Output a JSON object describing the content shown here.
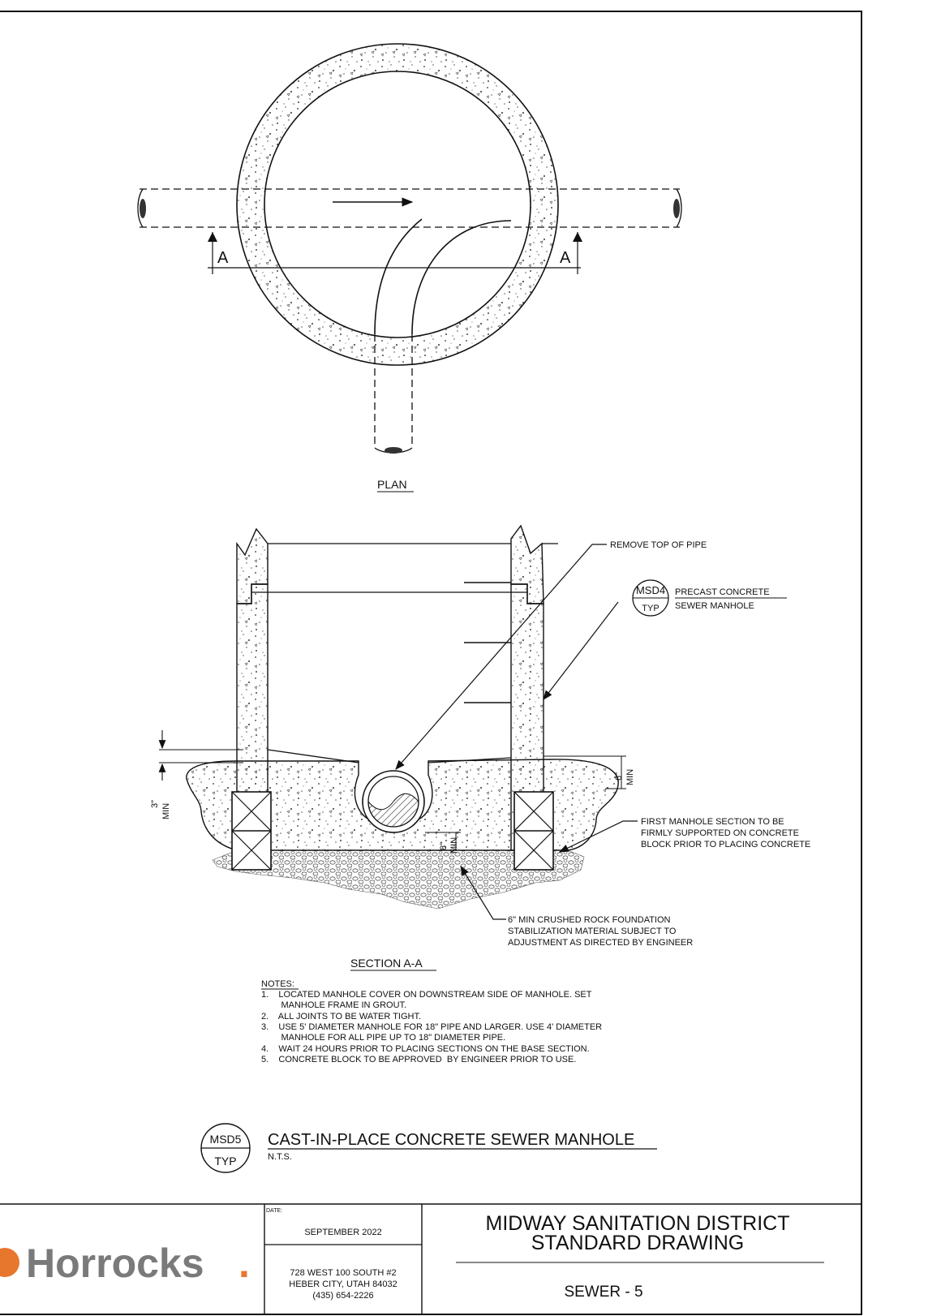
{
  "plan": {
    "title": "PLAN",
    "cut_label_left": "A",
    "cut_label_right": "A"
  },
  "section": {
    "title": "SECTION A-A",
    "callouts": {
      "remove_top": "REMOVE TOP OF PIPE",
      "ref_detail": "MSD4",
      "ref_typ": "TYP",
      "precast_line1": "PRECAST CONCRETE",
      "precast_line2": "SEWER MANHOLE",
      "first_section_line1": "FIRST MANHOLE SECTION TO BE",
      "first_section_line2": "FIRMLY SUPPORTED ON CONCRETE",
      "first_section_line3": "BLOCK PRIOR TO PLACING CONCRETE",
      "rock_line1": "6\" MIN CRUSHED ROCK FOUNDATION",
      "rock_line2": "STABILIZATION MATERIAL SUBJECT TO",
      "rock_line3": "ADJUSTMENT AS DIRECTED BY ENGINEER"
    },
    "dims": {
      "left_value": "3\"",
      "left_min": "MIN",
      "right_value": "6\"",
      "right_min": "MIN",
      "pipe_value": "8\"",
      "pipe_min": "MIN"
    }
  },
  "notes": {
    "heading": "NOTES:",
    "lines": [
      "1.    LOCATED MANHOLE COVER ON DOWNSTREAM SIDE OF MANHOLE. SET",
      "        MANHOLE FRAME IN GROUT.",
      "2.    ALL JOINTS TO BE WATER TIGHT.",
      "3.    USE 5' DIAMETER MANHOLE FOR 18\" PIPE AND LARGER. USE 4' DIAMETER",
      "        MANHOLE FOR ALL PIPE UP TO 18\" DIAMETER PIPE.",
      "4.    WAIT 24 HOURS PRIOR TO PLACING SECTIONS ON THE BASE SECTION.",
      "5.    CONCRETE BLOCK TO BE APPROVED  BY ENGINEER PRIOR TO USE."
    ]
  },
  "detail_title": {
    "ref_detail": "MSD5",
    "ref_typ": "TYP",
    "title": "CAST-IN-PLACE CONCRETE SEWER MANHOLE",
    "scale": "N.T.S."
  },
  "title_block": {
    "company": "Horrocks",
    "company_dot": ".",
    "date_label": "DATE:",
    "date": "SEPTEMBER 2022",
    "address_line1": "728 WEST 100 SOUTH #2",
    "address_line2": "HEBER CITY, UTAH 84032",
    "address_line3": "(435) 654-2226",
    "district_line1": "MIDWAY SANITATION DISTRICT",
    "district_line2": "STANDARD DRAWING",
    "sheet": "SEWER - 5"
  },
  "colors": {
    "logo_orange": "#E8772E",
    "logo_gray": "#7A7A7A",
    "ink": "#111111",
    "rock": "#6F6F6F"
  }
}
